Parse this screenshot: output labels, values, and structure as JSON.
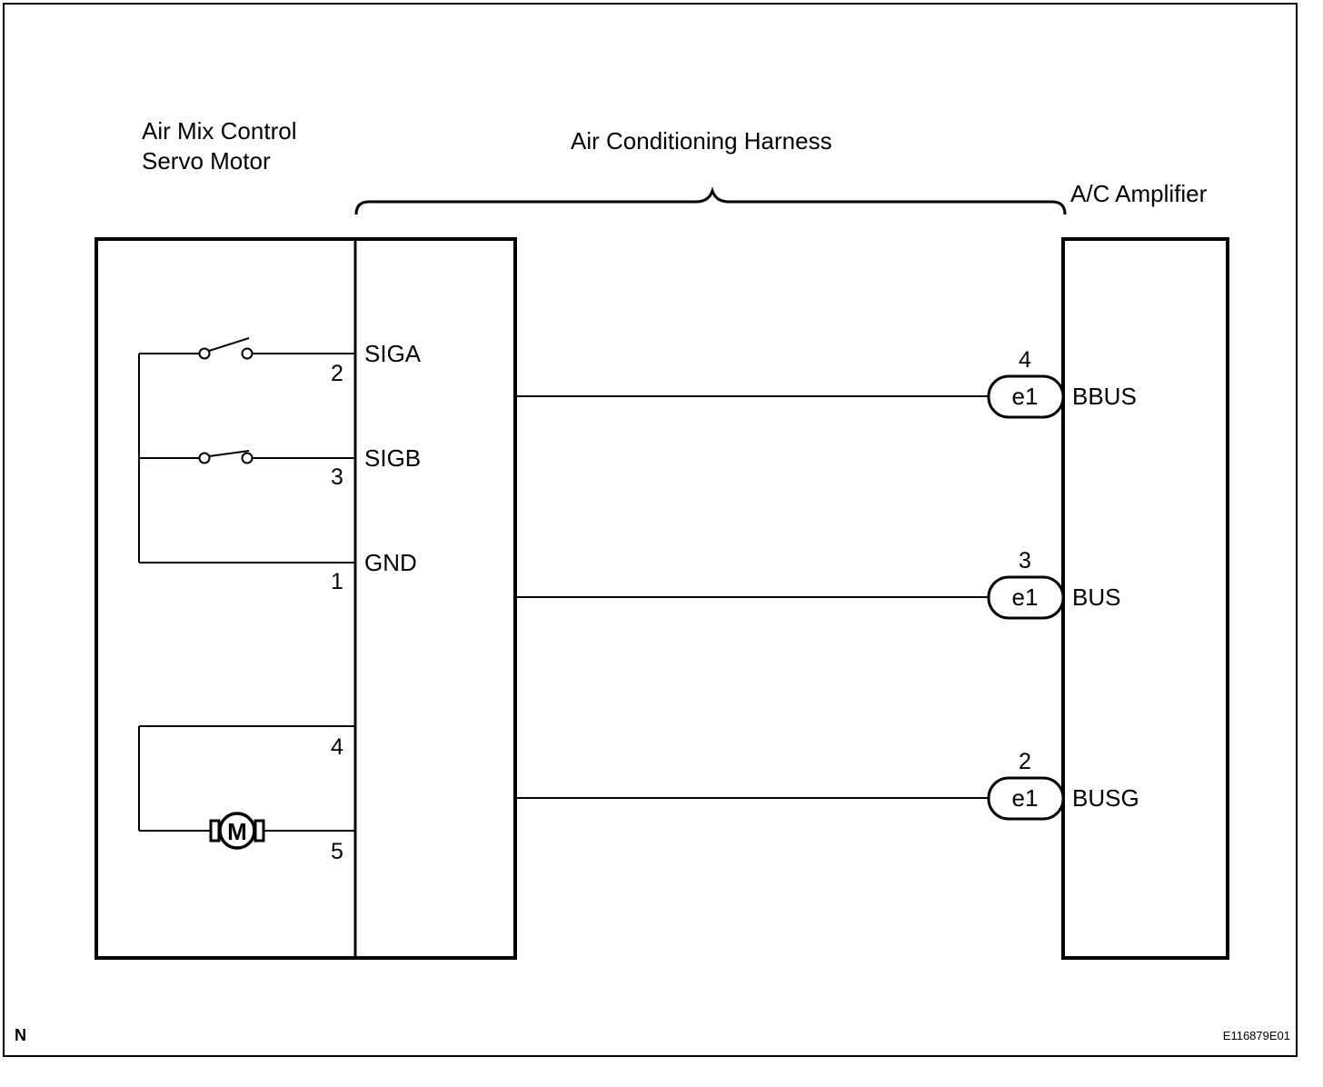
{
  "components": {
    "servo_motor_label_line1": "Air Mix Control",
    "servo_motor_label_line2": "Servo Motor",
    "harness_label": "Air Conditioning Harness",
    "amplifier_label": "A/C Amplifier"
  },
  "servo_terminals": [
    {
      "name": "SIGA",
      "pin": "2"
    },
    {
      "name": "SIGB",
      "pin": "3"
    },
    {
      "name": "GND",
      "pin": "1"
    }
  ],
  "motor_pins": [
    "4",
    "5"
  ],
  "motor_symbol": "M",
  "amplifier_terminals": [
    {
      "connector": "e1",
      "pin": "4",
      "name": "BBUS"
    },
    {
      "connector": "e1",
      "pin": "3",
      "name": "BUS"
    },
    {
      "connector": "e1",
      "pin": "2",
      "name": "BUSG"
    }
  ],
  "footer": {
    "corner_mark": "N",
    "figure_code": "E116879E01"
  }
}
